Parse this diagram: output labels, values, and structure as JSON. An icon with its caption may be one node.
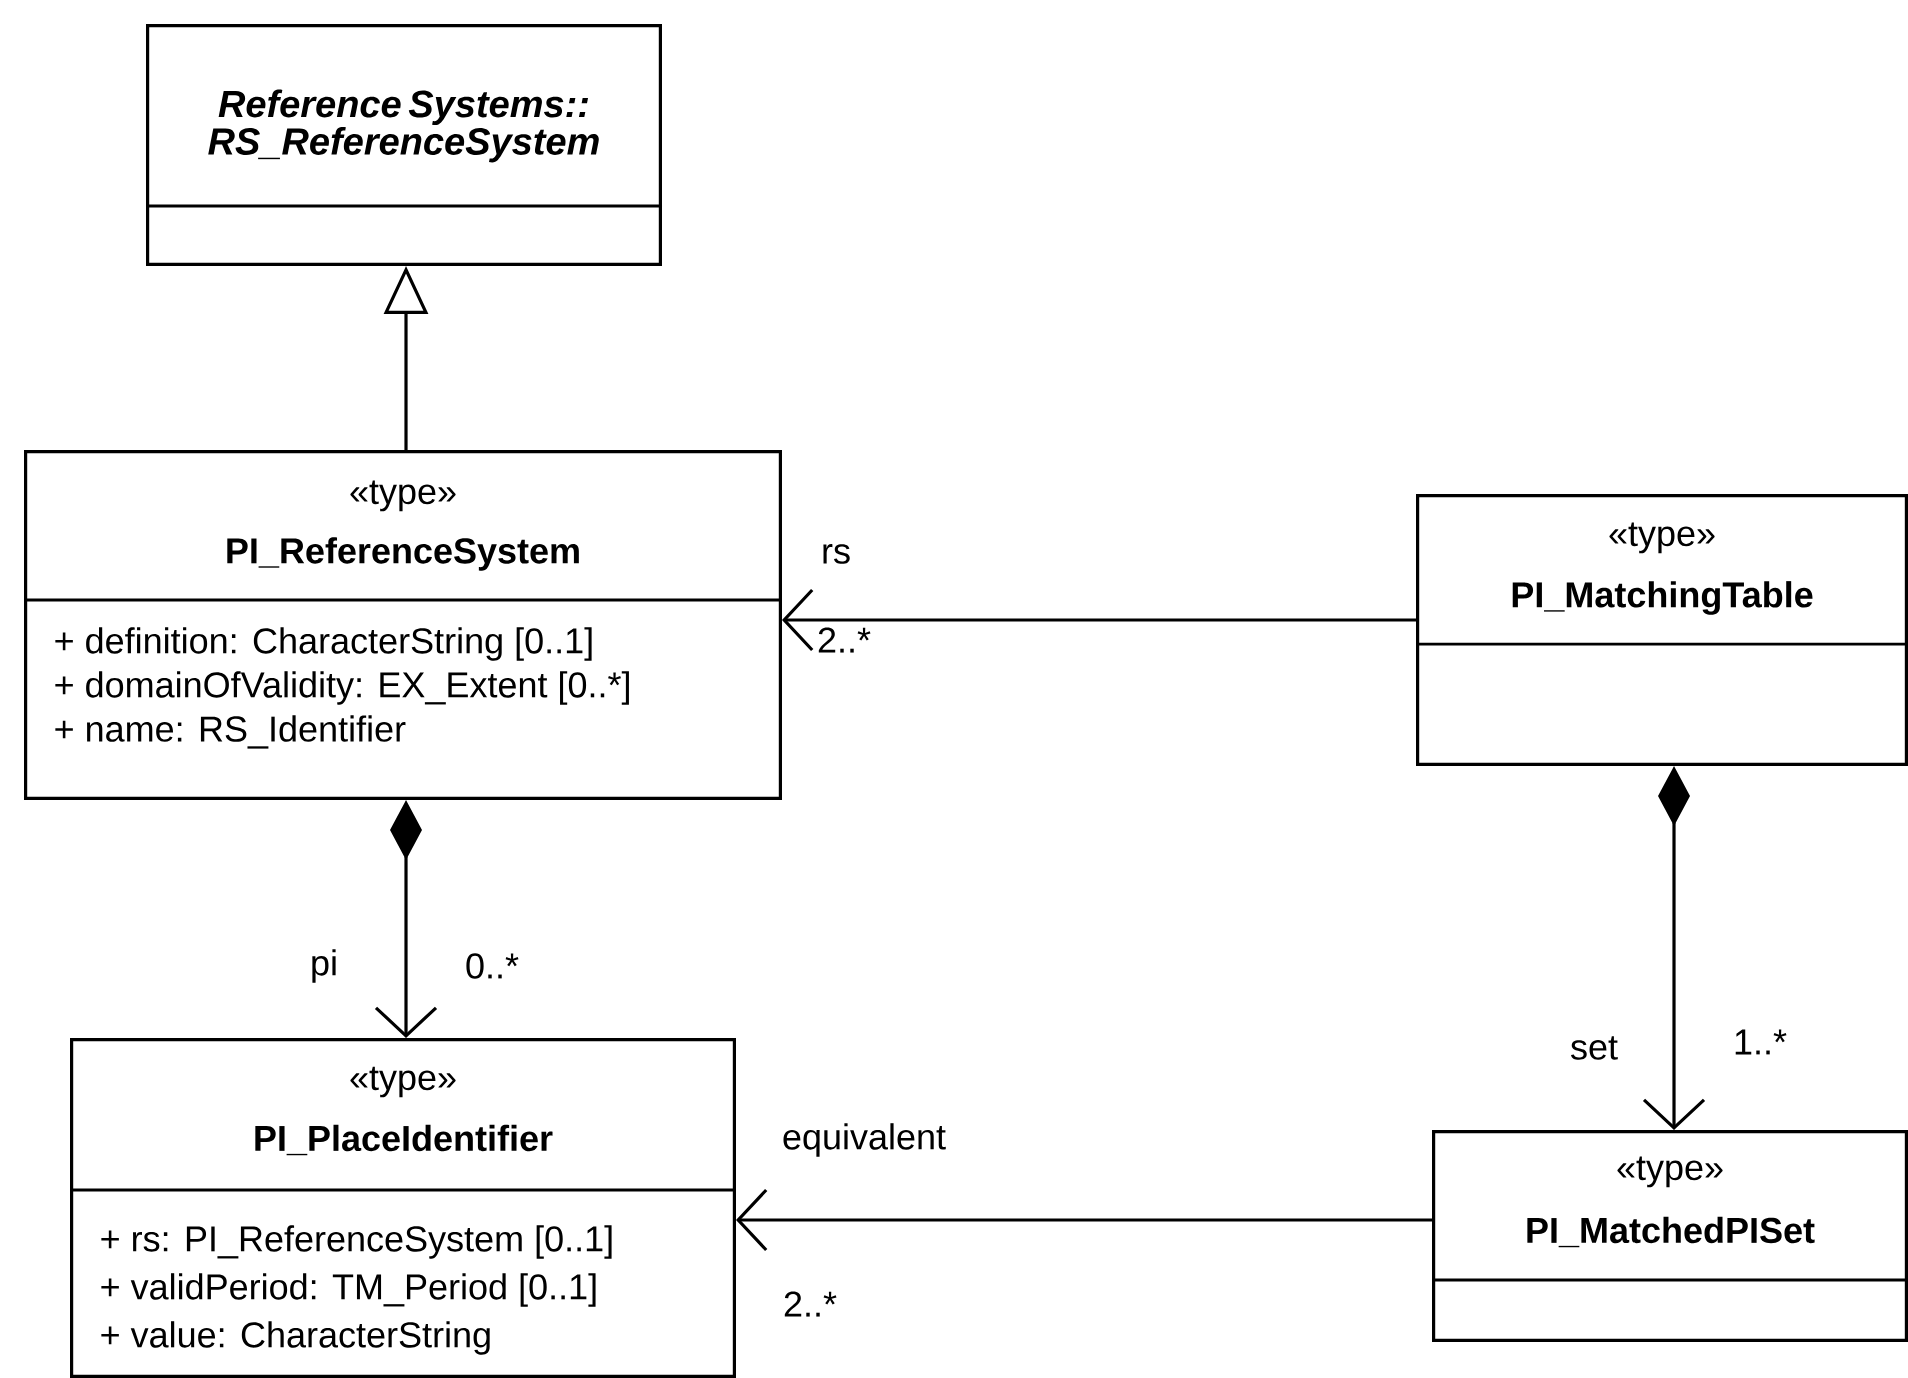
{
  "diagram": {
    "nodes": [
      {
        "text": [
          "Reference Systems:: RS_ReferenceSystem"
        ]
      },
      {
        "text": [
          "«type»",
          "PI_ReferenceSystem",
          "+ definition: CharacterString [0..1]",
          "+ domainOfValidity: EX_Extent [0..*]",
          "+ name: RS_Identifier"
        ]
      },
      {
        "text": [
          "«type»",
          "PI_PlaceIdentifier",
          "+ rs: PI_ReferenceSystem [0..1]",
          "+ validPeriod: TM_Period [0..1]",
          "+ value: CharacterString"
        ]
      },
      {
        "text": [
          "«type»",
          "PI_MatchingTable"
        ]
      },
      {
        "text": [
          "«type»",
          "PI_MatchedPISet"
        ]
      }
    ],
    "edges": [
      {
        "from": 1,
        "to": 0,
        "arrow": "to"
      },
      {
        "from": 3,
        "to": 1,
        "arrow": "to",
        "label": "rs"
      },
      {
        "from": 1,
        "to": 2,
        "arrow": "to",
        "label": "pi"
      },
      {
        "from": 3,
        "to": 4,
        "arrow": "to",
        "label": "set"
      },
      {
        "from": 4,
        "to": 2,
        "arrow": "to",
        "label": "equivalent"
      }
    ],
    "labels": [
      "2..*",
      "0..*",
      "1..*",
      "2..*"
    ]
  }
}
